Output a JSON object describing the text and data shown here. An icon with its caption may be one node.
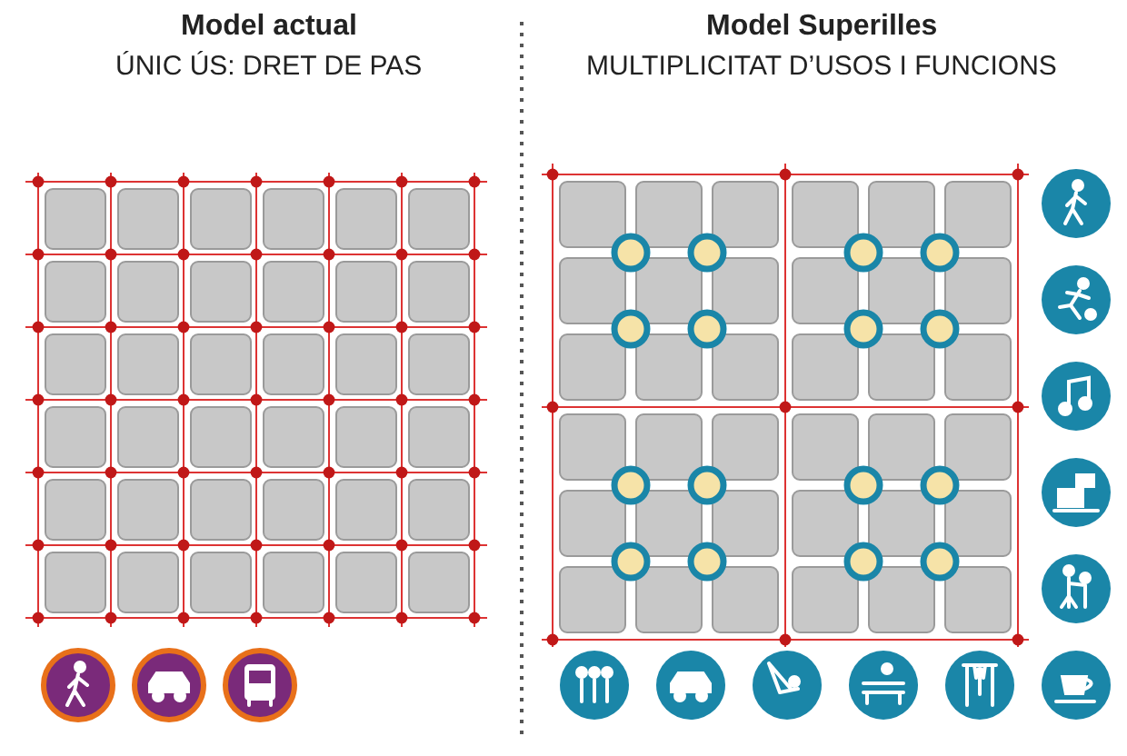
{
  "diagram": {
    "labels": [
      "Model actual",
      "ÚNIC ÚS: DRET DE PAS",
      "Model Superilles",
      "MULTIPLICITAT D’USOS I FUNCIONS"
    ]
  }
}
